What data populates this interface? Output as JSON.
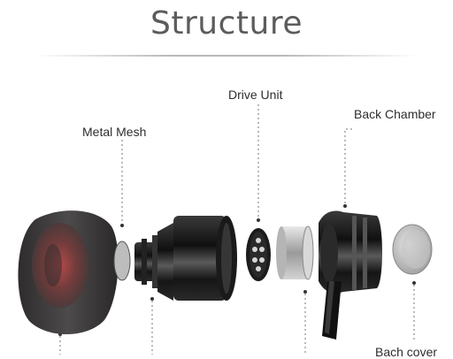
{
  "title": "Structure",
  "labels": {
    "metal_mesh": "Metal Mesh",
    "drive_unit": "Drive Unit",
    "back_chamber": "Back Chamber",
    "back_cover": "Bach cover"
  },
  "colors": {
    "title_text": "#5c5c5c",
    "label_text": "#2d2d2d",
    "leader_line": "#777777",
    "ear_tip": "#3a3838",
    "ear_tip_inner": "#b84545",
    "metal_dark": "#1b1b1b",
    "metal_silver": "#c8c8c8"
  }
}
